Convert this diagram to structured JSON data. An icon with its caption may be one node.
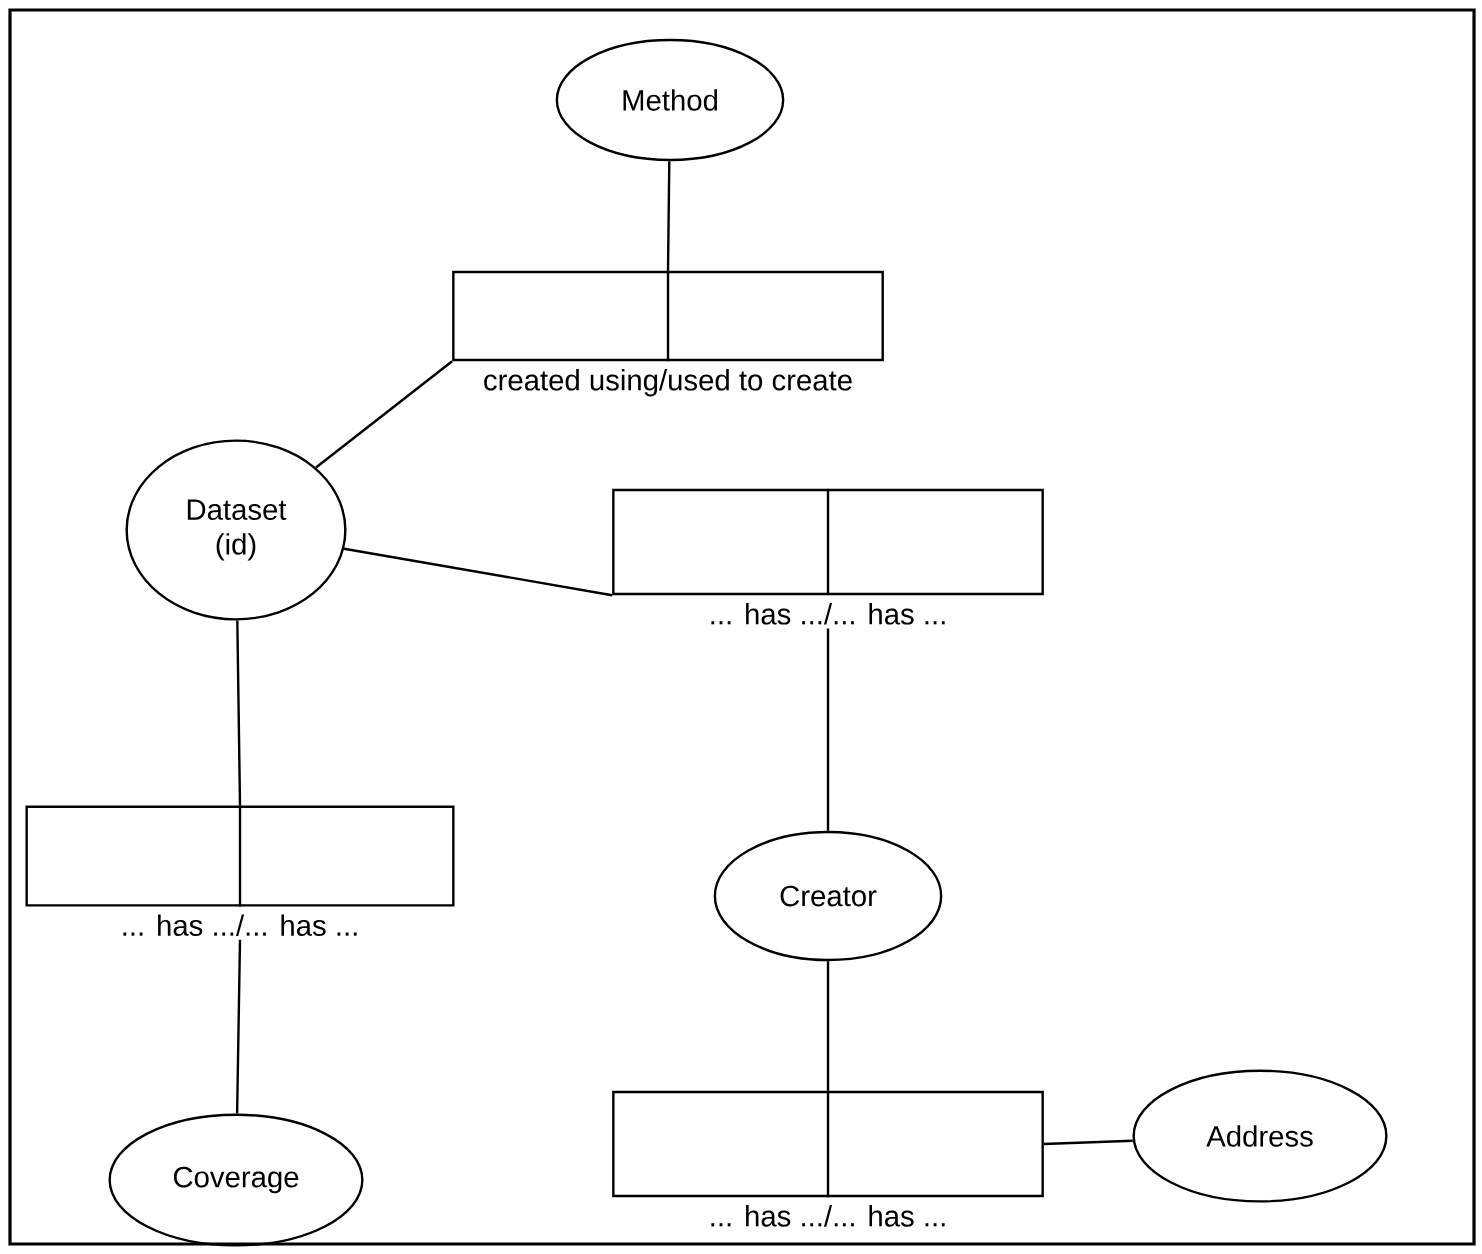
{
  "diagram": {
    "nodes": [
      {
        "text": [
          "Method"
        ]
      },
      {
        "text": [],
        "shape": "box",
        "beside": [
          "created using/used to create"
        ]
      },
      {
        "text": [
          "Dataset (id)"
        ]
      },
      {
        "text": [],
        "shape": "box",
        "beside": [
          "... has .../... has ..."
        ]
      },
      {
        "text": [
          "Creator"
        ]
      },
      {
        "text": [],
        "shape": "box",
        "beside": [
          "... has .../... has ..."
        ]
      },
      {
        "text": [
          "Coverage"
        ]
      },
      {
        "text": [],
        "shape": "box",
        "beside": [
          "... has .../... has ..."
        ]
      },
      {
        "text": [
          "Address"
        ]
      }
    ],
    "edges": [
      {
        "from": 0,
        "to": 1,
        "arrow": "none"
      },
      {
        "from": 1,
        "to": 2,
        "arrow": "none"
      },
      {
        "from": 2,
        "to": 3,
        "arrow": "none"
      },
      {
        "from": 3,
        "to": 4,
        "arrow": "none"
      },
      {
        "from": 2,
        "to": 5,
        "arrow": "none"
      },
      {
        "from": 5,
        "to": 6,
        "arrow": "none"
      },
      {
        "from": 4,
        "to": 7,
        "arrow": "none"
      },
      {
        "from": 7,
        "to": 8,
        "arrow": "none"
      }
    ]
  }
}
